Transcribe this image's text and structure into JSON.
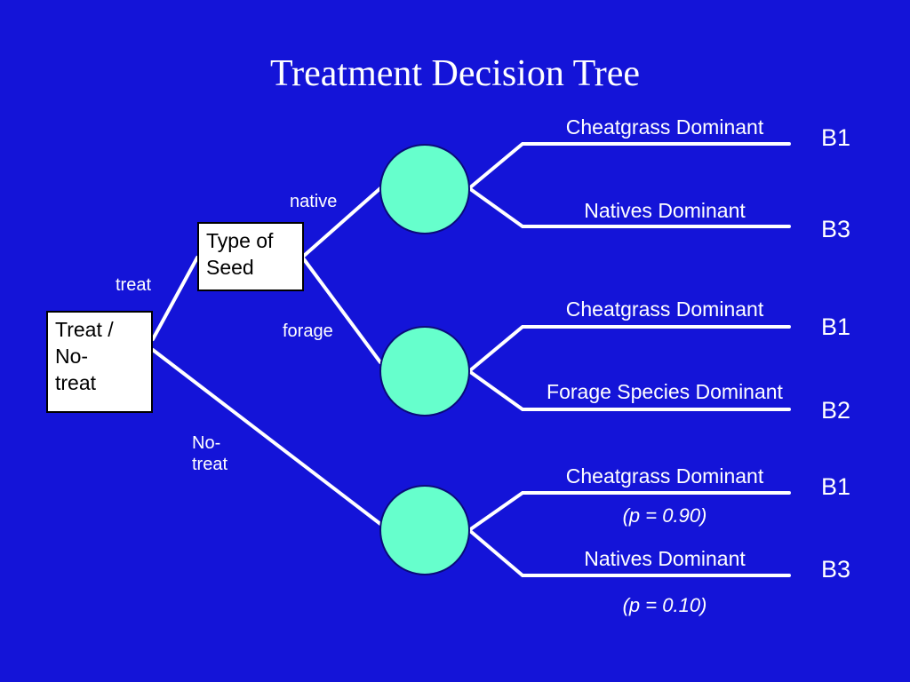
{
  "title": "Treatment Decision Tree",
  "root_node": {
    "label": "Treat /\nNo-\ntreat"
  },
  "seed_node": {
    "label": "Type of\nSeed"
  },
  "branches": {
    "treat": "treat",
    "no_treat": "No-\ntreat",
    "native": "native",
    "forage": "forage"
  },
  "outcomes": [
    {
      "label": "Cheatgrass Dominant",
      "code": "B1"
    },
    {
      "label": "Natives Dominant",
      "code": "B3"
    },
    {
      "label": "Cheatgrass Dominant",
      "code": "B1"
    },
    {
      "label": "Forage Species Dominant",
      "code": "B2"
    },
    {
      "label": "Cheatgrass Dominant",
      "code": "B1",
      "probability": "(p = 0.90)"
    },
    {
      "label": "Natives Dominant",
      "code": "B3",
      "probability": "(p = 0.10)"
    }
  ],
  "colors": {
    "background": "#1414d8",
    "chance_node": "#66ffcc",
    "lines": "#ffffff"
  }
}
